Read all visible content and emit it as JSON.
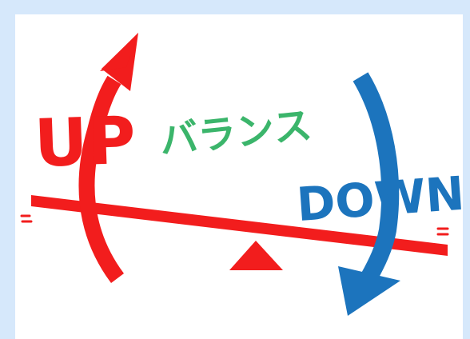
{
  "labels": {
    "up": "UP",
    "balance": "バランス",
    "down": "DOWN"
  },
  "colors": {
    "background": "#d6e8fb",
    "panel": "#ffffff",
    "up_red": "#f21d1d",
    "down_blue": "#1c74bd",
    "balance_green": "#3bb56b"
  },
  "icons": {
    "up_arrow": "curved-up-arrow-icon",
    "down_arrow": "curved-down-arrow-icon",
    "seesaw": "seesaw-icon",
    "fulcrum": "triangle-fulcrum-icon"
  }
}
